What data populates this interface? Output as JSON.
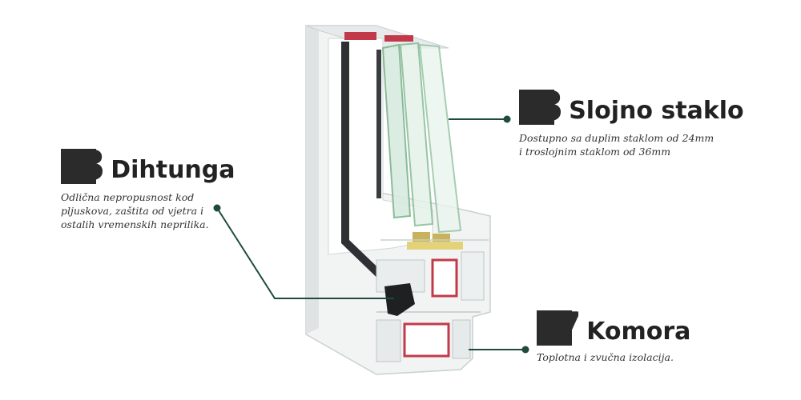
{
  "accent_color": "#1f4a3f",
  "callouts": {
    "glass": {
      "number": "3",
      "title": "Slojno staklo",
      "description": "Dostupno sa duplim staklom od 24mm\ni troslojnim staklom od 36mm"
    },
    "seal": {
      "number": "3",
      "title": "Dihtunga",
      "description": "Odlična nepropusnost kod\npljuskova, zaštita od vjetra i\nostalih vremenskih neprilika."
    },
    "chambers": {
      "number": "7",
      "title": "Komora",
      "description": "Toplotna i zvučna izolacija."
    }
  }
}
